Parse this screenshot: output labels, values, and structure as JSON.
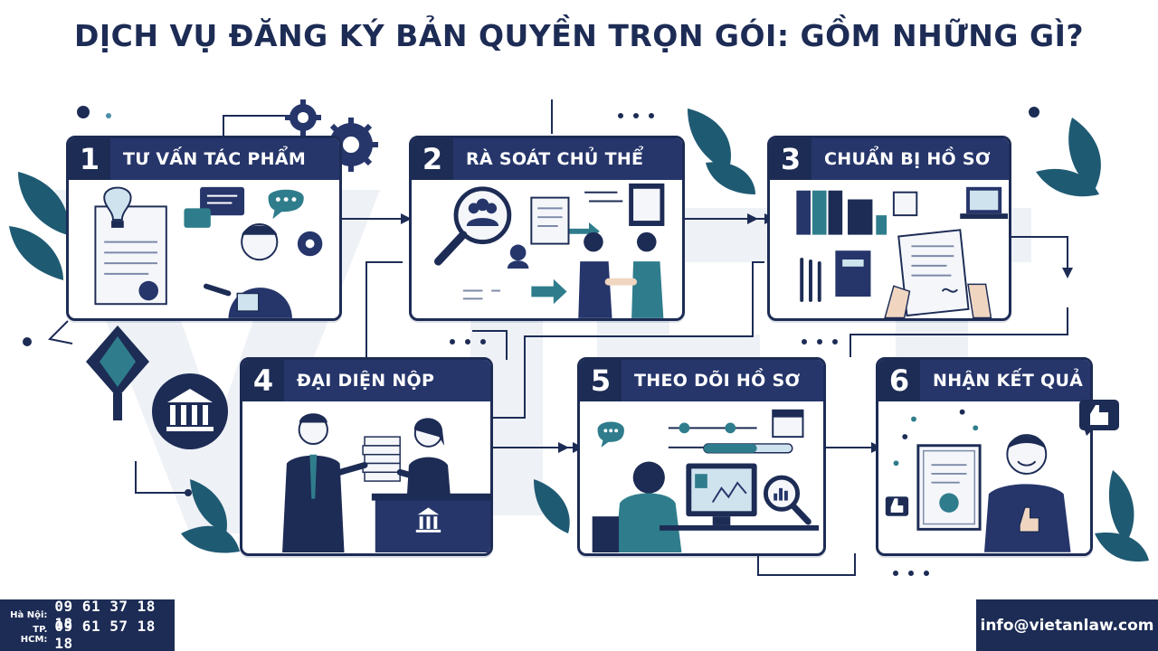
{
  "title": "DỊCH VỤ ĐĂNG KÝ BẢN QUYỀN TRỌN GÓI: GỒM NHỮNG GÌ?",
  "steps": [
    {
      "number": "1",
      "label": "TƯ VẤN TÁC PHẨM"
    },
    {
      "number": "2",
      "label": "RÀ SOÁT CHỦ THỂ"
    },
    {
      "number": "3",
      "label": "CHUẨN BỊ HỒ SƠ"
    },
    {
      "number": "4",
      "label": "ĐẠI DIỆN NỘP"
    },
    {
      "number": "5",
      "label": "THEO DÕI HỒ SƠ"
    },
    {
      "number": "6",
      "label": "NHẬN KẾT QUẢ"
    }
  ],
  "footer": {
    "hanoi_label": "Hà Nội:",
    "hanoi_phone": "09 61 37 18 18",
    "hcm_label": "TP. HCM:",
    "hcm_phone": "09 61 57 18 18",
    "email": "info@vietanlaw.com"
  },
  "colors": {
    "navy": "#1d2c55",
    "header": "#26366b",
    "accent_teal": "#2f7d8c",
    "leaf": "#1f5a73"
  }
}
